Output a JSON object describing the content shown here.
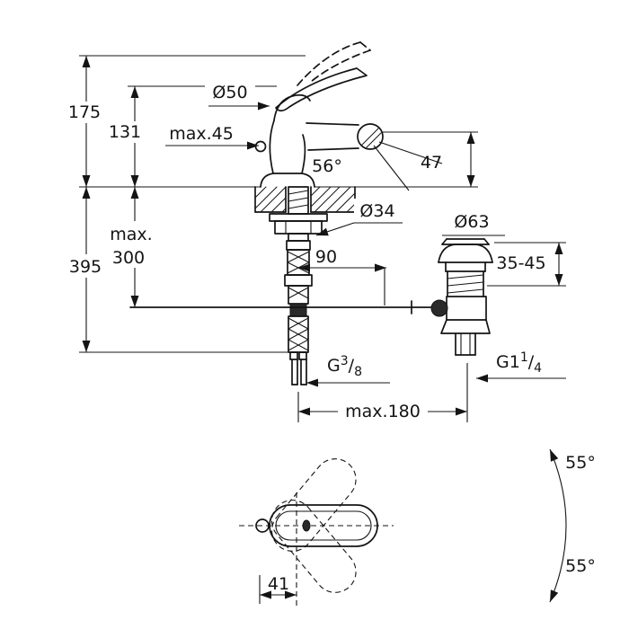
{
  "colors": {
    "line": "#141414",
    "background": "#ffffff",
    "dark_fill": "#2a2a2a"
  },
  "drawing": {
    "side_view": {
      "labels": {
        "total_height": "175",
        "body_height": "131",
        "max_thickness": "max.45",
        "base_diameter": "Ø50",
        "spray_angle": "56°",
        "spout_height": "47",
        "below_counter_depth": "395",
        "hose_max_line1": "max.",
        "hose_max_line2": "300",
        "hole_diameter": "Ø34",
        "rod_offset": "90",
        "waste_flange_diameter": "Ø63",
        "counter_thickness_range": "35-45",
        "supply_thread_prefix": "G",
        "supply_thread_sup": "3",
        "supply_thread_slash": "/",
        "supply_thread_sub": "8",
        "waste_thread_prefix": "G1",
        "waste_thread_sup": "1",
        "waste_thread_slash": "/",
        "waste_thread_sub": "4",
        "max_projection": "max.180"
      }
    },
    "plan_view": {
      "labels": {
        "swing_up": "55°",
        "swing_down": "55°",
        "lever_offset": "41"
      }
    }
  }
}
